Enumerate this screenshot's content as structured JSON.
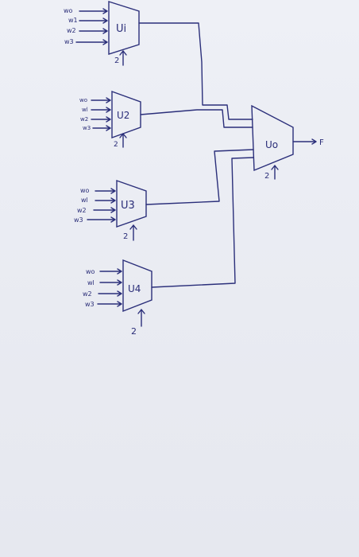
{
  "diagram": {
    "ink_color": "#2b2f7a",
    "paper_color": "#eceef4",
    "muxes": [
      {
        "id": "U1",
        "label": "Ui",
        "inputs": [
          "wo",
          "w1",
          "w2",
          "w3"
        ],
        "select": "2"
      },
      {
        "id": "U2",
        "label": "U2",
        "inputs": [
          "wo",
          "wl",
          "w2",
          "w3"
        ],
        "select": "2"
      },
      {
        "id": "U3",
        "label": "U3",
        "inputs": [
          "wo",
          "wl",
          "w2",
          "w3"
        ],
        "select": "2"
      },
      {
        "id": "U4",
        "label": "U4",
        "inputs": [
          "wo",
          "wl",
          "w2",
          "w3"
        ],
        "select": "2"
      }
    ],
    "output_mux": {
      "id": "U0",
      "label": "Uo",
      "select": "2",
      "output": "F"
    }
  }
}
